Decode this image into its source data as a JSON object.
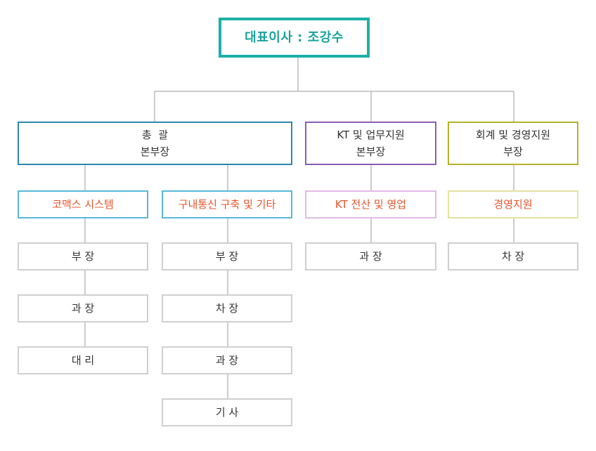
{
  "ceo": {
    "label": "대표이사 : 조강수"
  },
  "divisions": [
    {
      "line1": "총  괄",
      "line2": "본부장"
    },
    {
      "line1": "KT 및 업무지원",
      "line2": "본부장"
    },
    {
      "line1": "회계 및 경영지원",
      "line2": "부장"
    }
  ],
  "teams": [
    {
      "label": "코맥스 시스템"
    },
    {
      "label": "구내통신 구축 및 기타"
    },
    {
      "label": "KT 전산 및 영업"
    },
    {
      "label": "경영지원"
    }
  ],
  "ranks": {
    "team1": [
      "부 장",
      "과 장",
      "대 리"
    ],
    "team2": [
      "부 장",
      "차 장",
      "과 장",
      "기 사"
    ],
    "team3": [
      "과 장"
    ],
    "team4": [
      "차 장"
    ]
  },
  "colors": {
    "ceo_border": "#1cb0a8",
    "ceo_text": "#18a39b",
    "connector": "#999999",
    "team_text": "#e8532a"
  }
}
